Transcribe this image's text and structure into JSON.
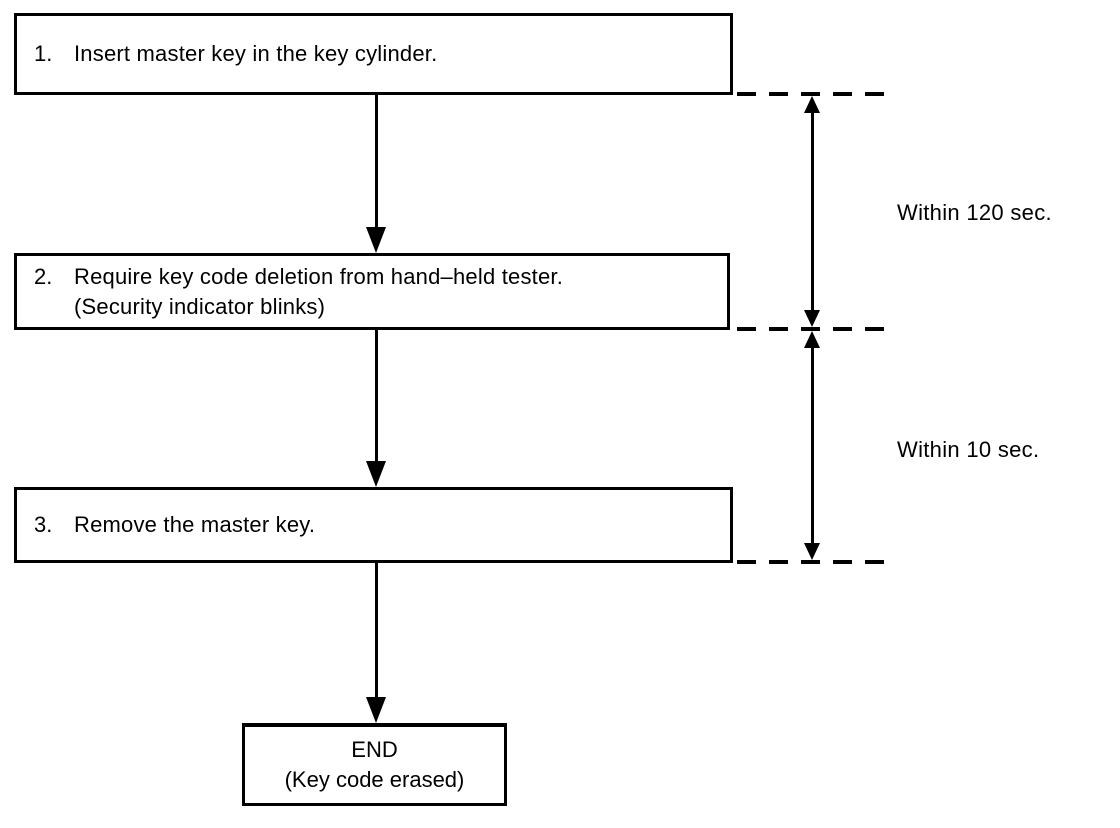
{
  "diagram": {
    "steps": [
      {
        "number": "1.",
        "lines": [
          "Insert master key in the key cylinder."
        ]
      },
      {
        "number": "2.",
        "lines": [
          "Require key code deletion from hand–held tester.",
          "(Security indicator blinks)"
        ]
      },
      {
        "number": "3.",
        "lines": [
          "Remove the master key."
        ]
      }
    ],
    "end_box": {
      "line1": "END",
      "line2": "(Key code erased)"
    },
    "timing_labels": [
      {
        "text": "Within 120 sec."
      },
      {
        "text": "Within 10 sec."
      }
    ],
    "colors": {
      "ink": "#000000",
      "paper": "#ffffff"
    }
  }
}
